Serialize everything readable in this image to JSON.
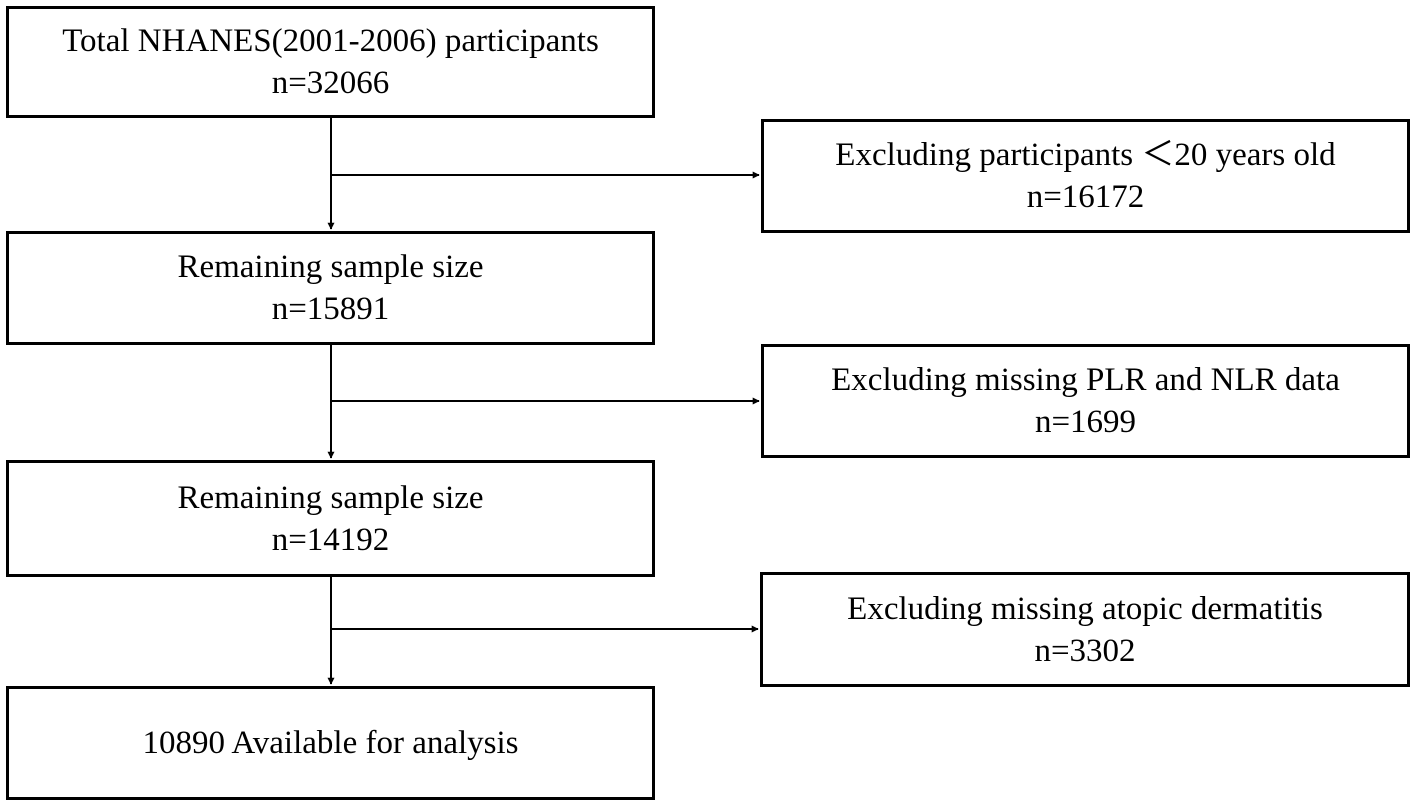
{
  "flowchart": {
    "main_boxes": [
      {
        "line1": "Total NHANES(2001-2006) participants",
        "line2": "n=32066"
      },
      {
        "line1": "Remaining sample size",
        "line2": "n=15891"
      },
      {
        "line1": "Remaining sample size",
        "line2": "n=14192"
      },
      {
        "line1": "10890 Available for analysis"
      }
    ],
    "exclusion_boxes": [
      {
        "line1": "Excluding participants ＜20 years old",
        "line2": "n=16172"
      },
      {
        "line1": "Excluding missing PLR and NLR data",
        "line2": "n=1699"
      },
      {
        "line1": "Excluding missing atopic dermatitis",
        "line2": "n=3302"
      }
    ],
    "colors": {
      "line": "#000000",
      "box_border": "#000000",
      "background": "#ffffff"
    }
  }
}
